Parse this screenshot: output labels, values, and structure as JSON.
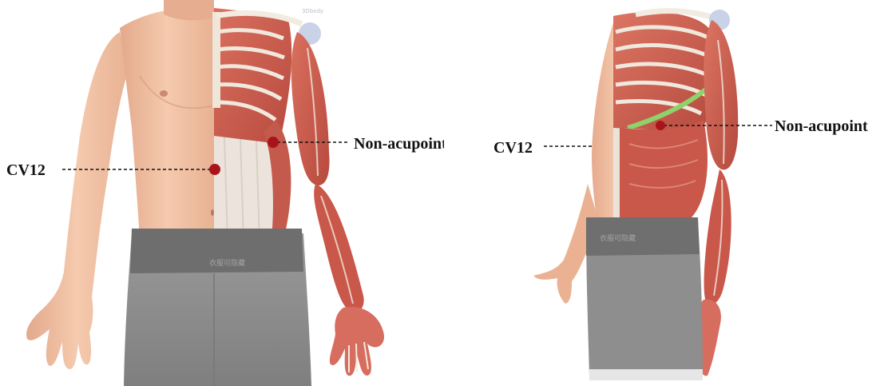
{
  "figure": {
    "left_panel": {
      "label_cv12": "CV12",
      "label_non_acupoint": "Non-acupoint",
      "waistband_text": "衣服可隐藏",
      "watermark": "3Dbody"
    },
    "right_panel": {
      "label_cv12": "CV12",
      "label_non_acupoint": "Non-acupoint",
      "waistband_text": "衣服可隐藏"
    },
    "colors": {
      "skin": "#f2c3a6",
      "skin_shadow": "#d99c80",
      "muscle": "#c9574a",
      "muscle_light": "#e08a78",
      "bone": "#efe7dc",
      "fascia": "#e9e2da",
      "shorts": "#8e8e8e",
      "waistband": "#6f6f6f",
      "marker": "#a8141a",
      "highlight_rib": "#8fd16a"
    }
  }
}
